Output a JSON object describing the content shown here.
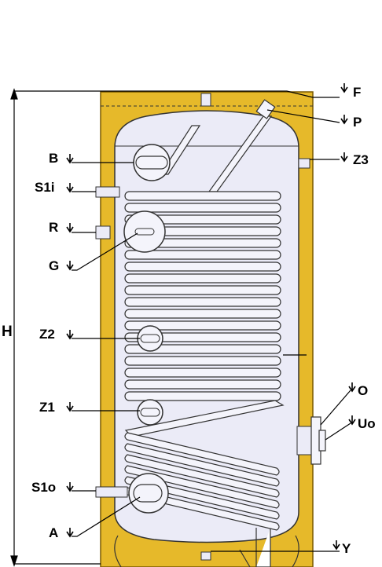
{
  "labels": {
    "F": "F",
    "P": "P",
    "Z3": "Z3",
    "B": "B",
    "S1i": "S1i",
    "R": "R",
    "G": "G",
    "Z2": "Z2",
    "Z1": "Z1",
    "S1o": "S1o",
    "A": "A",
    "O": "O",
    "Uo": "Uo",
    "Y": "Y",
    "H": "H"
  },
  "colors": {
    "insulation": "#E6B92A",
    "insulation_edge": "#7A5A00",
    "tank_interior": "#EBEBF7",
    "coil_fill": "#F4F4FB",
    "outline": "#333333",
    "leader": "#000000"
  },
  "icons": {
    "marker": "down-arrow-marker"
  }
}
